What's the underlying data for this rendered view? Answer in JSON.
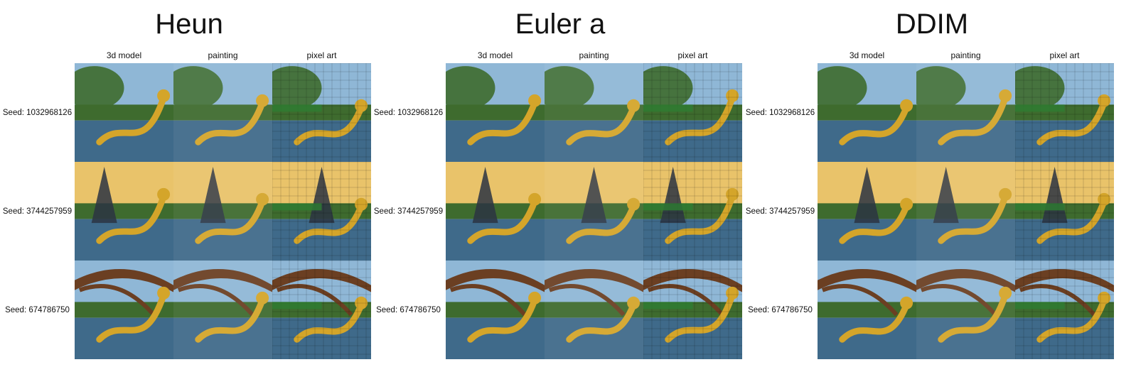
{
  "panels": [
    {
      "title": "Heun",
      "columns": [
        "3d model",
        "painting",
        "pixel art"
      ],
      "rows": [
        "Seed: 1032968126",
        "Seed: 3744257959",
        "Seed: 674786750"
      ]
    },
    {
      "title": "Euler a",
      "columns": [
        "3d model",
        "painting",
        "pixel art"
      ],
      "rows": [
        "Seed: 1032968126",
        "Seed: 3744257959",
        "Seed: 674786750"
      ]
    },
    {
      "title": "DDIM",
      "columns": [
        "3d model",
        "painting",
        "pixel art"
      ],
      "rows": [
        "Seed: 1032968126",
        "Seed: 3744257959",
        "Seed: 674786750"
      ]
    }
  ],
  "palette": {
    "sky": "#8fb7d6",
    "sky_warm": "#e9c36a",
    "water": "#3f6a8a",
    "foliage": "#3e6b2e",
    "gold": "#d4a52a",
    "iron": "#6b3f22",
    "pixel_green": "#2e7d32"
  }
}
